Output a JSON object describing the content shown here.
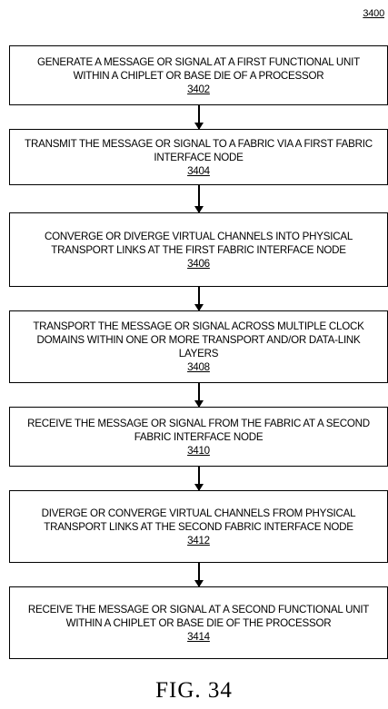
{
  "figure_ref": "3400",
  "steps": [
    {
      "text": "GENERATE A MESSAGE OR SIGNAL AT A FIRST FUNCTIONAL UNIT WITHIN A CHIPLET OR BASE DIE OF A PROCESSOR",
      "number": "3402"
    },
    {
      "text": "TRANSMIT THE MESSAGE OR SIGNAL TO A FABRIC VIA A FIRST FABRIC INTERFACE NODE",
      "number": "3404"
    },
    {
      "text": "CONVERGE OR DIVERGE VIRTUAL CHANNELS INTO PHYSICAL TRANSPORT LINKS AT THE FIRST FABRIC INTERFACE NODE",
      "number": "3406"
    },
    {
      "text": "TRANSPORT THE MESSAGE OR SIGNAL ACROSS MULTIPLE CLOCK DOMAINS WITHIN ONE OR MORE TRANSPORT AND/OR DATA-LINK LAYERS",
      "number": "3408"
    },
    {
      "text": "RECEIVE THE MESSAGE OR SIGNAL FROM THE FABRIC AT A SECOND FABRIC INTERFACE NODE",
      "number": "3410"
    },
    {
      "text": "DIVERGE OR CONVERGE VIRTUAL CHANNELS FROM PHYSICAL TRANSPORT LINKS AT THE SECOND FABRIC INTERFACE NODE",
      "number": "3412"
    },
    {
      "text": "RECEIVE THE MESSAGE OR SIGNAL AT A SECOND FUNCTIONAL UNIT WITHIN A CHIPLET OR BASE DIE OF THE PROCESSOR",
      "number": "3414"
    }
  ],
  "caption": "FIG. 34"
}
